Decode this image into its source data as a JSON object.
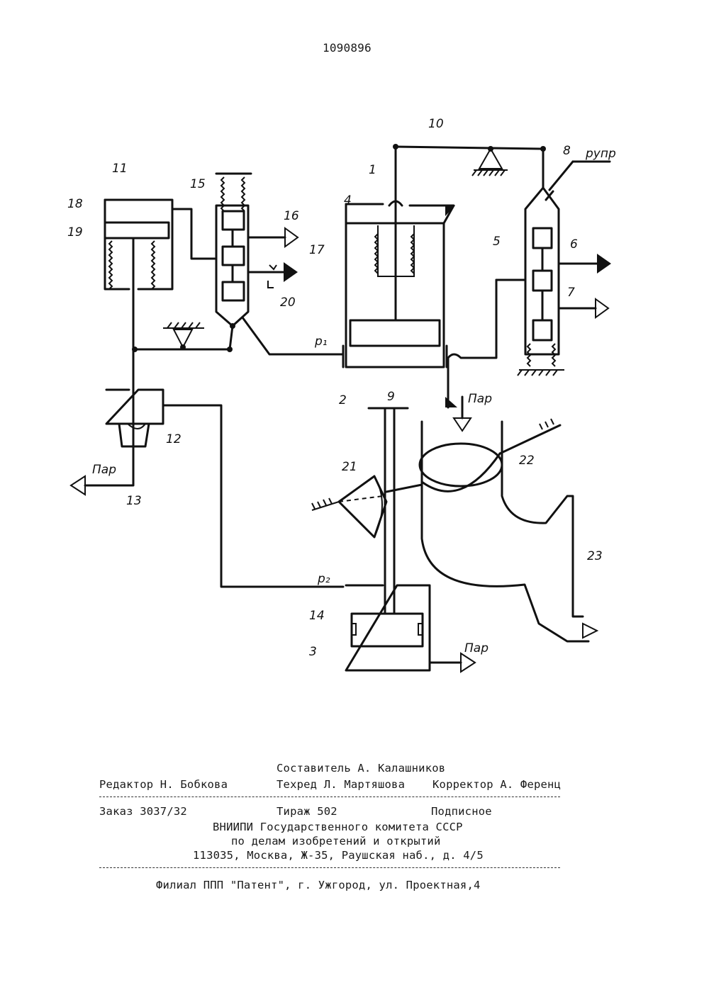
{
  "header": {
    "patent_number": "1090896"
  },
  "diagram": {
    "labels": {
      "l1": "1",
      "l2": "2",
      "l3": "3",
      "l4": "4",
      "l5": "5",
      "l6": "6",
      "l7": "7",
      "l8": "8",
      "l9": "9",
      "l10": "10",
      "l11": "11",
      "l12": "12",
      "l13": "13",
      "l14": "14",
      "l15": "15",
      "l16": "16",
      "l17": "17",
      "l18": "18",
      "l19": "19",
      "l20": "20",
      "l21": "21",
      "l22": "22",
      "l23": "23",
      "p1": "p₁",
      "p2": "p₂",
      "pupr": "pупр",
      "steam_a": "Пар",
      "steam_b": "Пар",
      "steam_c": "Пар"
    }
  },
  "footer": {
    "compiler": "Составитель А. Калашников",
    "editor": "Редактор Н. Бобкова",
    "techred": "Техред Л. Мартяшова",
    "corrector": "Корректор А. Ференц",
    "order": "Заказ 3037/32",
    "circulation": "Тираж 502",
    "subscription": "Подписное",
    "org1": "ВНИИПИ Государственного комитета СССР",
    "org2": "по делам изобретений и открытий",
    "address": "113035, Москва, Ж-35, Раушская наб., д. 4/5",
    "branch": "Филиал ППП \"Патент\", г. Ужгород, ул. Проектная,4"
  }
}
